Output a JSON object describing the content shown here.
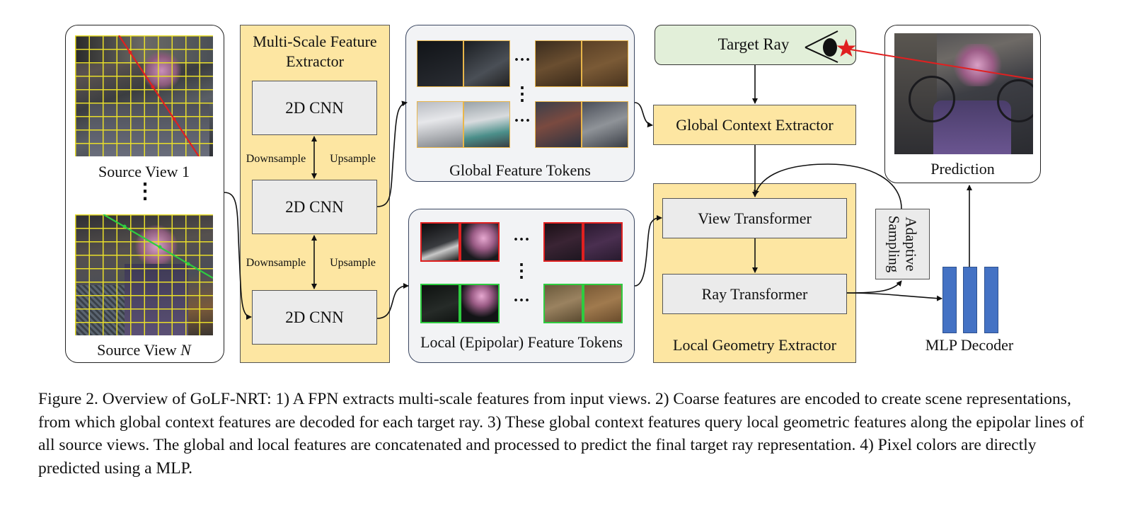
{
  "source_views": {
    "view1_label": "Source View 1",
    "viewN_prefix": "Source View ",
    "viewN_var": "N",
    "dots": "⋮"
  },
  "extractor": {
    "title_line1": "Multi-Scale Feature",
    "title_line2": "Extractor",
    "cnn_label": "2D CNN",
    "downsample": "Downsample",
    "upsample": "Upsample"
  },
  "global_tokens": {
    "label": "Global Feature Tokens",
    "ellipsis": "···",
    "vdots": "⋮"
  },
  "local_tokens": {
    "label": "Local (Epipolar) Feature Tokens",
    "ellipsis": "···",
    "vdots": "⋮"
  },
  "target_ray": {
    "label": "Target Ray"
  },
  "global_context": {
    "label": "Global Context Extractor"
  },
  "local_geometry": {
    "label": "Local Geometry Extractor",
    "view_transformer": "View Transformer",
    "ray_transformer": "Ray Transformer"
  },
  "adaptive_sampling": {
    "line1": "Adaptive",
    "line2": "Sampling"
  },
  "mlp_decoder": {
    "label": "MLP Decoder"
  },
  "prediction": {
    "label": "Prediction"
  },
  "colors": {
    "yellow_panel": "#fde6a2",
    "green_box": "#e2efd9",
    "gray_panel": "#f2f3f5",
    "red_ray": "#e02020",
    "green_ray": "#2ecc40",
    "mlp_blue": "#4472c4"
  },
  "caption": "Figure 2. Overview of GoLF-NRT: 1) A FPN extracts multi-scale features from input views. 2) Coarse features are encoded to create scene representations, from which global context features are decoded for each target ray. 3) These global context features query local geometric features along the epipolar lines of all source views. The global and local features are concatenated and processed to predict the final target ray representation. 4) Pixel colors are directly predicted using a MLP."
}
